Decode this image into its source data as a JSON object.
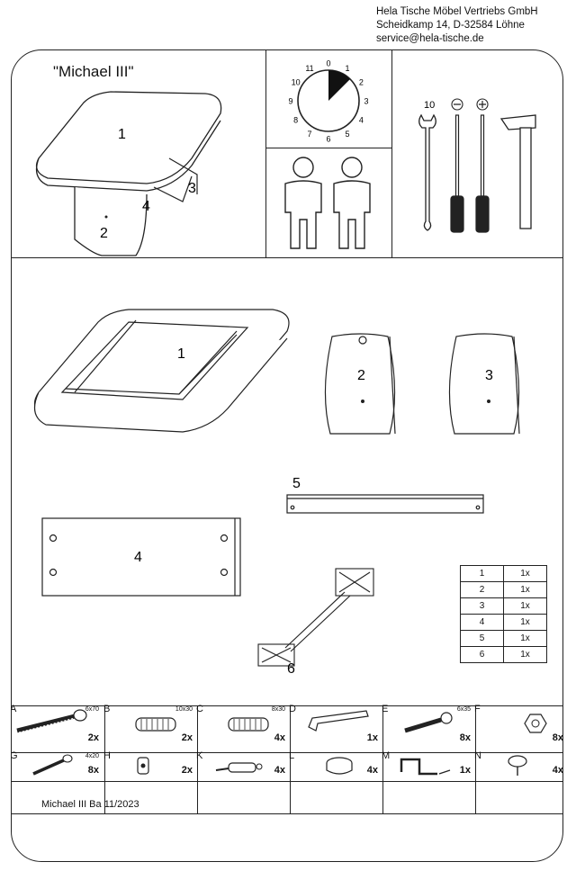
{
  "company": {
    "name": "Hela Tische Möbel Vertriebs GmbH",
    "address": "Scheidkamp 14, D-32584 Löhne",
    "email": "service@hela-tische.de"
  },
  "title": "\"Michael III\"",
  "overview_labels": [
    "1",
    "2",
    "3",
    "4"
  ],
  "clock_numbers": [
    "0",
    "1",
    "2",
    "3",
    "4",
    "5",
    "6",
    "7",
    "8",
    "9",
    "10",
    "11"
  ],
  "tools": {
    "wrench_size": "10",
    "minus": "−",
    "plus": "+"
  },
  "parts_labels": [
    "1",
    "2",
    "3",
    "4",
    "5",
    "6"
  ],
  "parts_list": [
    {
      "part": "1",
      "qty": "1x"
    },
    {
      "part": "2",
      "qty": "1x"
    },
    {
      "part": "3",
      "qty": "1x"
    },
    {
      "part": "4",
      "qty": "1x"
    },
    {
      "part": "5",
      "qty": "1x"
    },
    {
      "part": "6",
      "qty": "1x"
    }
  ],
  "hardware": [
    {
      "letter": "A",
      "size": "6x70",
      "qty": "2x",
      "icon": "screw-icon"
    },
    {
      "letter": "B",
      "size": "10x30",
      "qty": "2x",
      "icon": "dowel-icon"
    },
    {
      "letter": "C",
      "size": "8x30",
      "qty": "4x",
      "icon": "dowel-icon"
    },
    {
      "letter": "D",
      "size": "",
      "qty": "1x",
      "icon": "allen-key-icon"
    },
    {
      "letter": "E",
      "size": "6x35",
      "qty": "8x",
      "icon": "bolt-icon"
    },
    {
      "letter": "F",
      "size": "",
      "qty": "8x",
      "icon": "nut-icon"
    },
    {
      "letter": "G",
      "size": "4x20",
      "qty": "8x",
      "icon": "wood-screw-icon"
    },
    {
      "letter": "H",
      "size": "",
      "qty": "2x",
      "icon": "barrel-nut-icon"
    },
    {
      "letter": "K",
      "size": "",
      "qty": "4x",
      "icon": "connector-bolt-icon"
    },
    {
      "letter": "L",
      "size": "",
      "qty": "4x",
      "icon": "cam-lock-icon"
    },
    {
      "letter": "M",
      "size": "",
      "qty": "1x",
      "icon": "crank-icon"
    },
    {
      "letter": "N",
      "size": "",
      "qty": "4x",
      "icon": "glide-icon"
    }
  ],
  "footer": "Michael III  Ba 11/2023"
}
